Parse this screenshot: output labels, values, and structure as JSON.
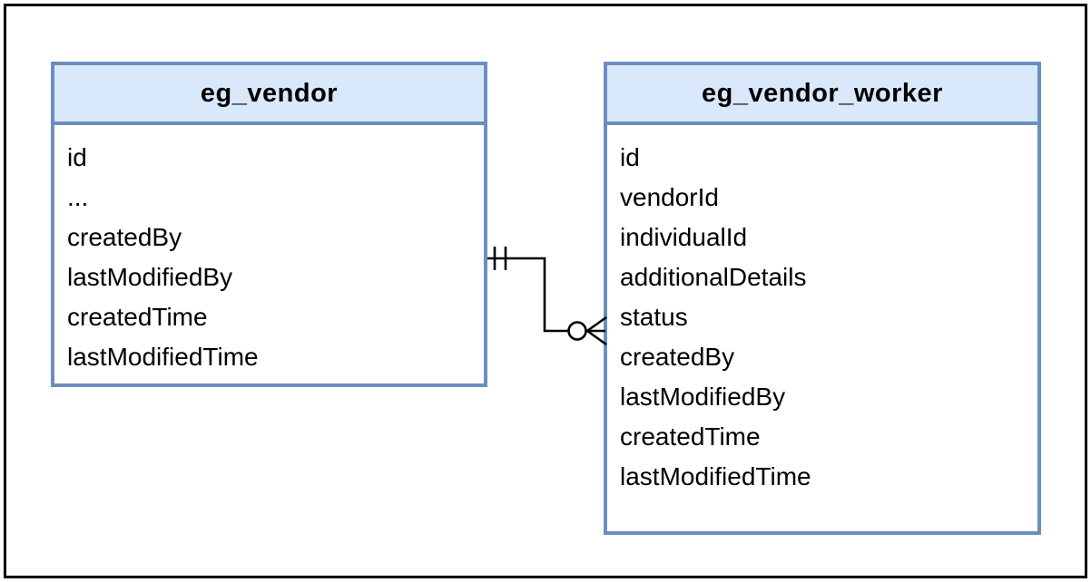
{
  "tables": [
    {
      "name": "eg_vendor",
      "fields": [
        "id",
        "...",
        "createdBy",
        "lastModifiedBy",
        "createdTime",
        "lastModifiedTime"
      ]
    },
    {
      "name": "eg_vendor_worker",
      "fields": [
        "id",
        "vendorId",
        "individualId",
        "additionalDetails",
        "status",
        "createdBy",
        "lastModifiedBy",
        "createdTime",
        "lastModifiedTime"
      ]
    }
  ],
  "relationship": {
    "from_table": "eg_vendor",
    "to_table": "eg_vendor_worker",
    "from_cardinality": "exactly-one",
    "to_cardinality": "zero-or-many",
    "notation": "crows-foot"
  },
  "colors": {
    "header_fill": "#dae8fc",
    "table_border": "#6c8ebf",
    "connector": "#000000",
    "page_border": "#000000",
    "background": "#ffffff",
    "text": "#000000"
  }
}
